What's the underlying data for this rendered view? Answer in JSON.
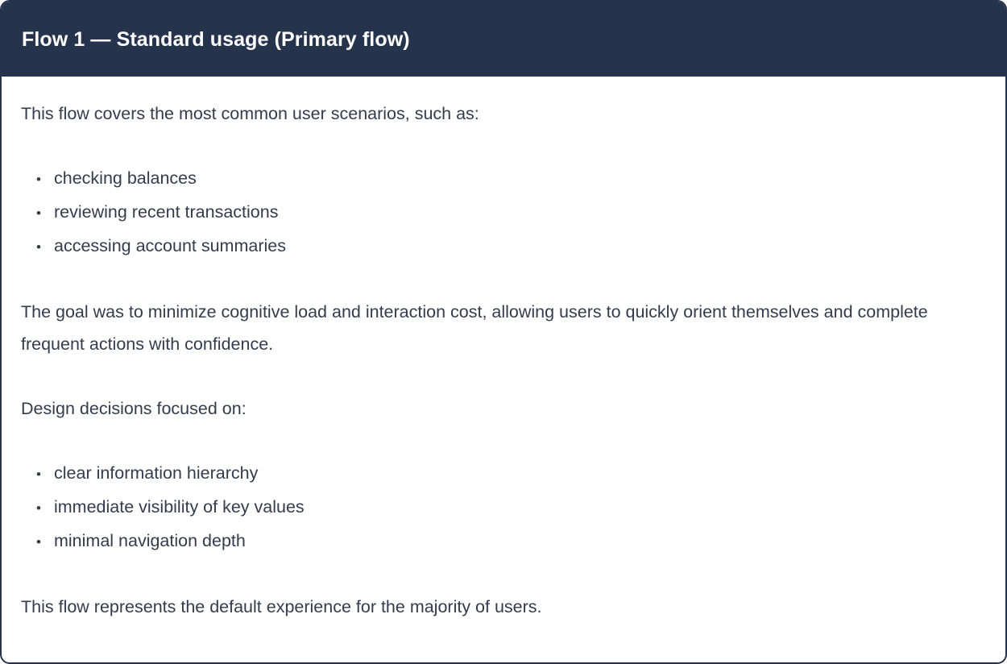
{
  "card": {
    "header": {
      "title": "Flow 1 — Standard usage (Primary flow)",
      "background_color": "#26334d",
      "text_color": "#ffffff"
    },
    "border_color": "#26334d",
    "body_text_color": "#333c4c",
    "blocks": {
      "intro_paragraph": "This flow covers the most common user scenarios, such as:",
      "scenarios_list": [
        "checking balances",
        "reviewing recent transactions",
        "accessing account summaries"
      ],
      "goal_paragraph": "The goal was to minimize cognitive load and interaction cost, allowing users to quickly orient themselves and complete frequent actions with confidence.",
      "design_intro": "Design decisions focused on:",
      "design_list": [
        "clear information hierarchy",
        "immediate visibility of key values",
        "minimal navigation depth"
      ],
      "closing_paragraph": "This flow represents the default experience for the majority of users."
    },
    "bullet_glyph": "•"
  }
}
